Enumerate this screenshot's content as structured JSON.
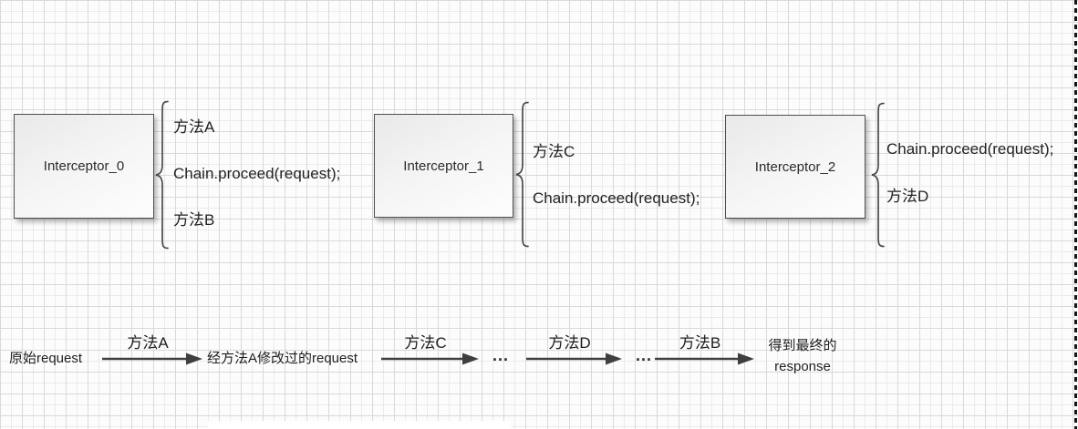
{
  "interceptors": [
    {
      "label": "Interceptor_0",
      "items": [
        "方法A",
        "Chain.proceed(request);",
        "方法B"
      ]
    },
    {
      "label": "Interceptor_1",
      "items": [
        "方法C",
        "Chain.proceed(request);"
      ]
    },
    {
      "label": "Interceptor_2",
      "items": [
        "Chain.proceed(request);",
        "方法D"
      ]
    }
  ],
  "flow": {
    "start": "原始request",
    "arrow_labels": [
      "方法A",
      "方法C",
      "方法D",
      "方法B"
    ],
    "nodes": [
      "经方法A修改过的request",
      "...",
      "..."
    ],
    "end": {
      "line1": "得到最终的",
      "line2": "response"
    }
  },
  "colors": {
    "box_border": "#4f4f4f",
    "box_fill_start": "#e9e9e9",
    "box_fill_end": "#fdfdfd",
    "text": "#262626",
    "arrow": "#3f3f3f",
    "grid_minor": "#ebebeb",
    "grid_major": "#d9d9d9",
    "selection_dash": "#151515"
  }
}
